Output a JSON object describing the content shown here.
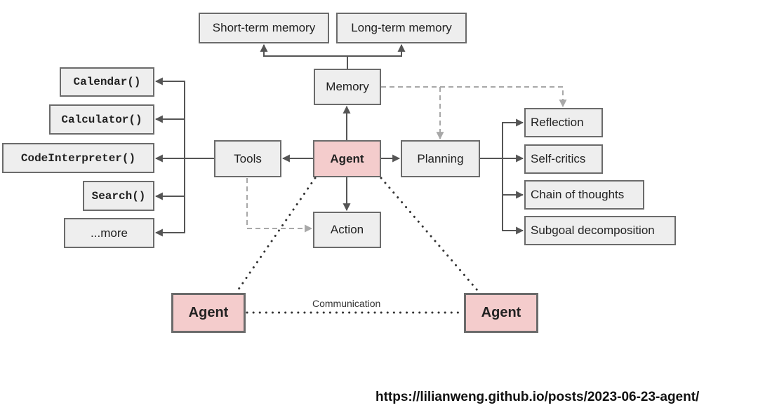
{
  "memory": {
    "label": "Memory",
    "short_term": "Short-term memory",
    "long_term": "Long-term memory"
  },
  "tools": {
    "label": "Tools",
    "items": [
      "Calendar()",
      "Calculator()",
      "CodeInterpreter()",
      "Search()",
      "...more"
    ]
  },
  "agent": {
    "label": "Agent"
  },
  "action": {
    "label": "Action"
  },
  "planning": {
    "label": "Planning",
    "items": [
      "Reflection",
      "Self-critics",
      "Chain of thoughts",
      "Subgoal decomposition"
    ]
  },
  "multi_agent": {
    "left_label": "Agent",
    "right_label": "Agent",
    "communication_label": "Communication"
  },
  "source_url": "https://lilianweng.github.io/posts/2023-06-23-agent/"
}
